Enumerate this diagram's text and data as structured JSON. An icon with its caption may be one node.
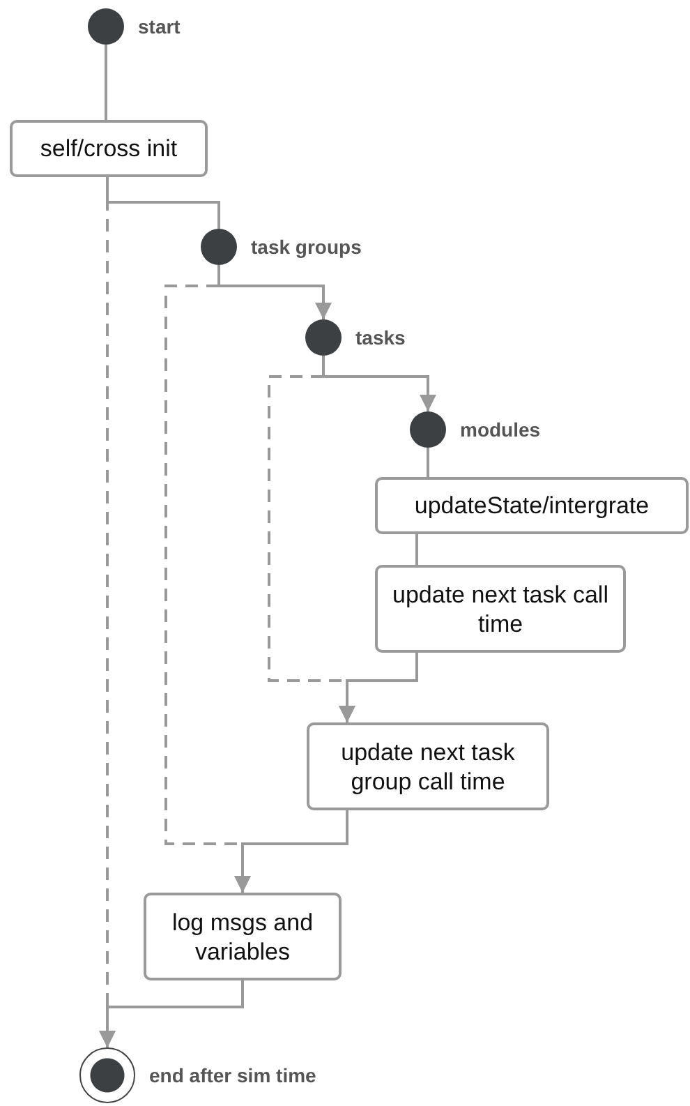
{
  "diagram": {
    "nodes": [
      {
        "text": [],
        "shape": "circle",
        "beside": [
          "start"
        ]
      },
      {
        "text": [
          "self/cross init"
        ]
      },
      {
        "text": [],
        "shape": "circle",
        "beside": [
          "task groups"
        ]
      },
      {
        "text": [],
        "shape": "circle",
        "beside": [
          "tasks"
        ]
      },
      {
        "text": [],
        "shape": "circle",
        "beside": [
          "modules"
        ]
      },
      {
        "text": [
          "updateState/intergrate"
        ]
      },
      {
        "text": [
          "update next task call time"
        ]
      },
      {
        "text": [
          "update next task group call time"
        ]
      },
      {
        "text": [
          "log msgs and variables"
        ]
      },
      {
        "text": [],
        "shape": "circle",
        "beside": [
          "end after sim time"
        ]
      }
    ],
    "edges": [
      {
        "from": 0,
        "to": 1,
        "arrow": "none"
      },
      {
        "from": 1,
        "to": 2,
        "arrow": "none"
      },
      {
        "from": 1,
        "to": 9,
        "arrow": "to",
        "style": "dashed"
      },
      {
        "from": 2,
        "to": 3,
        "arrow": "to"
      },
      {
        "from": 2,
        "to": 8,
        "arrow": "to",
        "style": "dashed"
      },
      {
        "from": 7,
        "to": 8,
        "arrow": "to"
      },
      {
        "from": 3,
        "to": 4,
        "arrow": "to"
      },
      {
        "from": 3,
        "to": 7,
        "arrow": "to",
        "style": "dashed"
      },
      {
        "from": 6,
        "to": 7,
        "arrow": "to"
      },
      {
        "from": 4,
        "to": 5,
        "arrow": "none"
      },
      {
        "from": 5,
        "to": 6,
        "arrow": "none"
      },
      {
        "from": 8,
        "to": 9,
        "arrow": "to"
      }
    ]
  }
}
